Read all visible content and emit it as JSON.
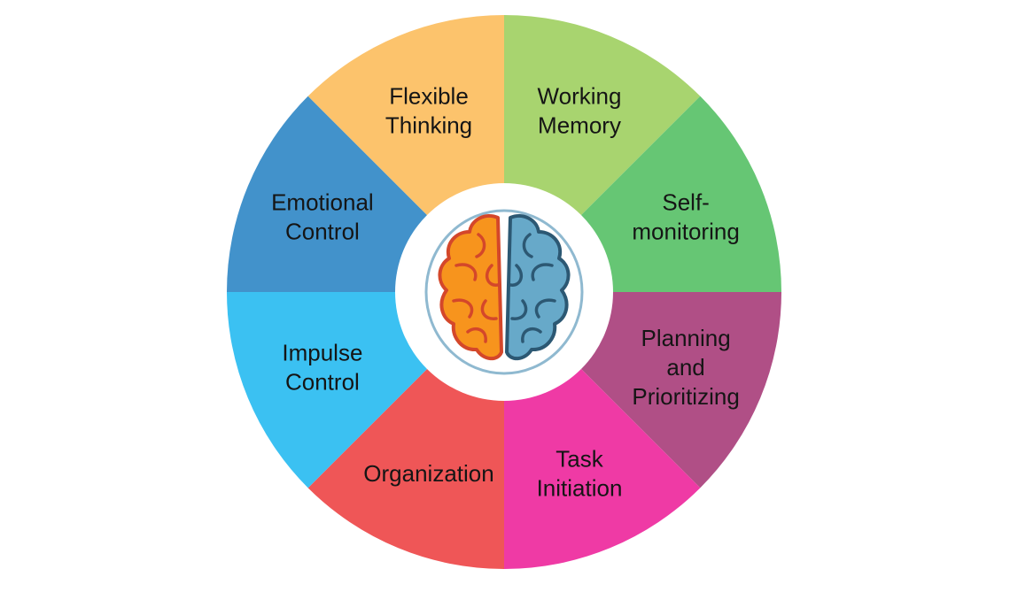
{
  "segments": [
    {
      "lines": [
        "Working",
        "Memory"
      ],
      "color": "#a8d46f"
    },
    {
      "lines": [
        "Self-",
        "monitoring"
      ],
      "color": "#66c674"
    },
    {
      "lines": [
        "Planning",
        "and",
        "Prioritizing"
      ],
      "color": "#b04f86"
    },
    {
      "lines": [
        "Task",
        "Initiation"
      ],
      "color": "#ef3aa5"
    },
    {
      "lines": [
        "Organization"
      ],
      "color": "#ef5657"
    },
    {
      "lines": [
        "Impulse",
        "Control"
      ],
      "color": "#3bc1f2"
    },
    {
      "lines": [
        "Emotional",
        "Control"
      ],
      "color": "#4292cb"
    },
    {
      "lines": [
        "Flexible",
        "Thinking"
      ],
      "color": "#fcc36c"
    }
  ],
  "center": {
    "icon": "brain-icon",
    "left_color": "#f7941d",
    "right_color": "#67a9c9"
  }
}
